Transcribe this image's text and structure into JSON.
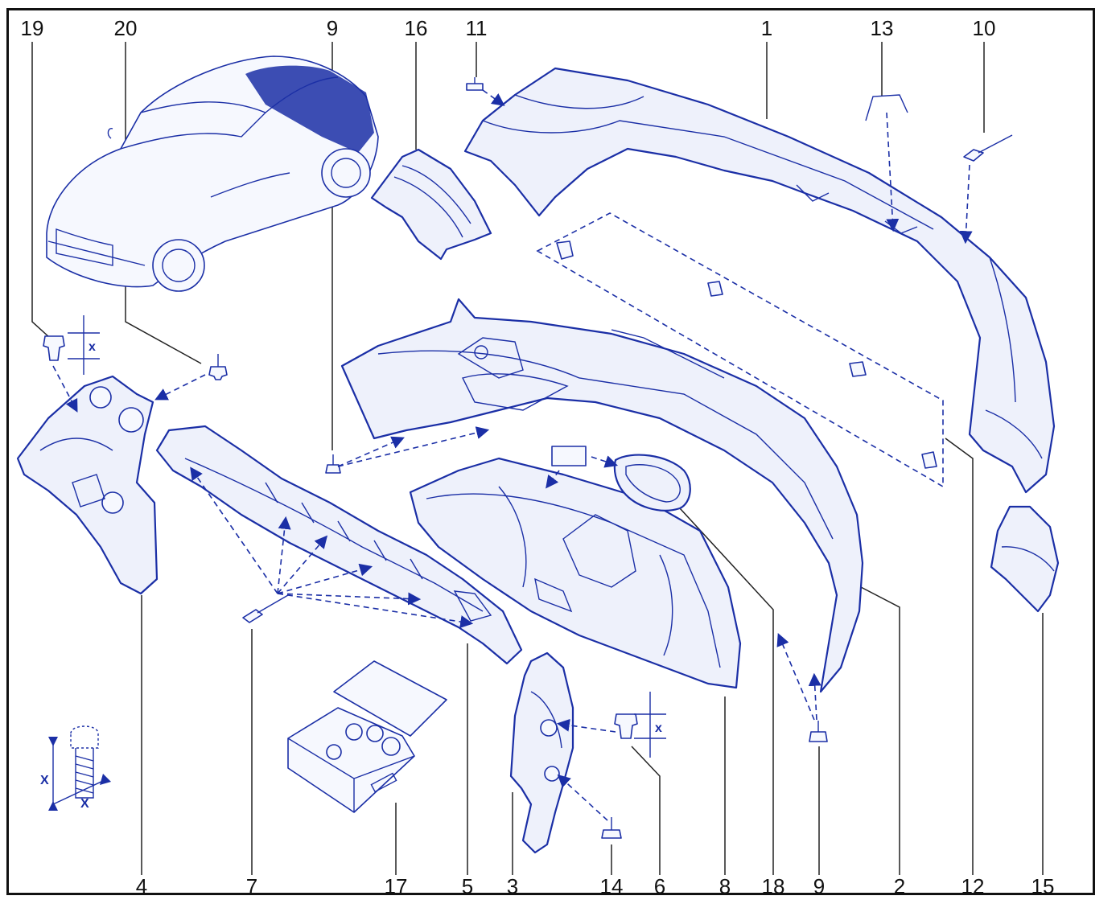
{
  "diagram": {
    "top_labels": [
      "19",
      "20",
      "9",
      "16",
      "11",
      "1",
      "13",
      "10"
    ],
    "bottom_labels": [
      "4",
      "7",
      "17",
      "5",
      "3",
      "14",
      "6",
      "8",
      "18",
      "9",
      "2",
      "12",
      "15"
    ],
    "dimension_marks": {
      "clip_19": "x",
      "clip_6": "x",
      "bolt_height": "X",
      "bolt_width": "X"
    }
  },
  "colors": {
    "line": "#1b2fa6",
    "fill": "#eef1fb",
    "text": "#111111",
    "frame": "#111111"
  }
}
